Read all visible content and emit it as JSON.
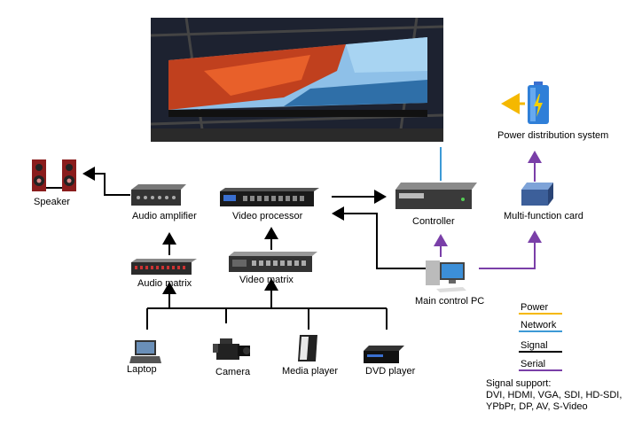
{
  "nodes": {
    "speaker": "Speaker",
    "audio_amplifier": "Audio amplifier",
    "video_processor": "Video processor",
    "controller": "Controller",
    "multi_function_card": "Multi-function card",
    "power_distribution": "Power distribution system",
    "audio_matrix": "Audio matrix",
    "video_matrix": "Video matrix",
    "main_control_pc": "Main control PC",
    "laptop": "Laptop",
    "camera": "Camera",
    "media_player": "Media player",
    "dvd_player": "DVD player"
  },
  "legend": {
    "power": "Power",
    "network": "Network",
    "signal": "Signal",
    "serial": "Serial"
  },
  "colors": {
    "power": "#f5b800",
    "network": "#3d9ad6",
    "signal": "#000000",
    "serial": "#7a3fa8"
  },
  "support": {
    "title": "Signal support:",
    "line1": "DVI, HDMI, VGA, SDI, HD-SDI,",
    "line2": "YPbPr, DP, AV, S-Video"
  },
  "icons": [
    "led-screen-image",
    "speaker-icon",
    "audio-amplifier-icon",
    "video-processor-icon",
    "controller-icon",
    "multi-function-card-icon",
    "power-battery-icon",
    "audio-matrix-icon",
    "video-matrix-icon",
    "pc-icon",
    "laptop-icon",
    "camera-icon",
    "media-player-icon",
    "dvd-player-icon"
  ]
}
